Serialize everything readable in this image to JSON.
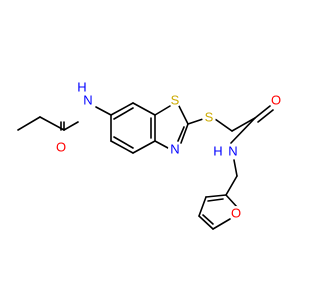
{
  "colors": {
    "O": "#ff0000",
    "N": "#0000ff",
    "S": "#ccaa00",
    "bond": "#000000",
    "background": "#ffffff"
  },
  "atoms": {
    "o_amide_left": {
      "element": "O",
      "label": "O"
    },
    "n_amide_left": {
      "element": "N",
      "label": "N",
      "h_label": "H"
    },
    "s_thiazole": {
      "element": "S",
      "label": "S"
    },
    "n_thiazole": {
      "element": "N",
      "label": "N"
    },
    "s_thioether": {
      "element": "S",
      "label": "S"
    },
    "o_amide_right": {
      "element": "O",
      "label": "O"
    },
    "n_amide_right": {
      "element": "N",
      "label": "N",
      "h_label": "H"
    },
    "o_furan": {
      "element": "O",
      "label": "O"
    }
  }
}
